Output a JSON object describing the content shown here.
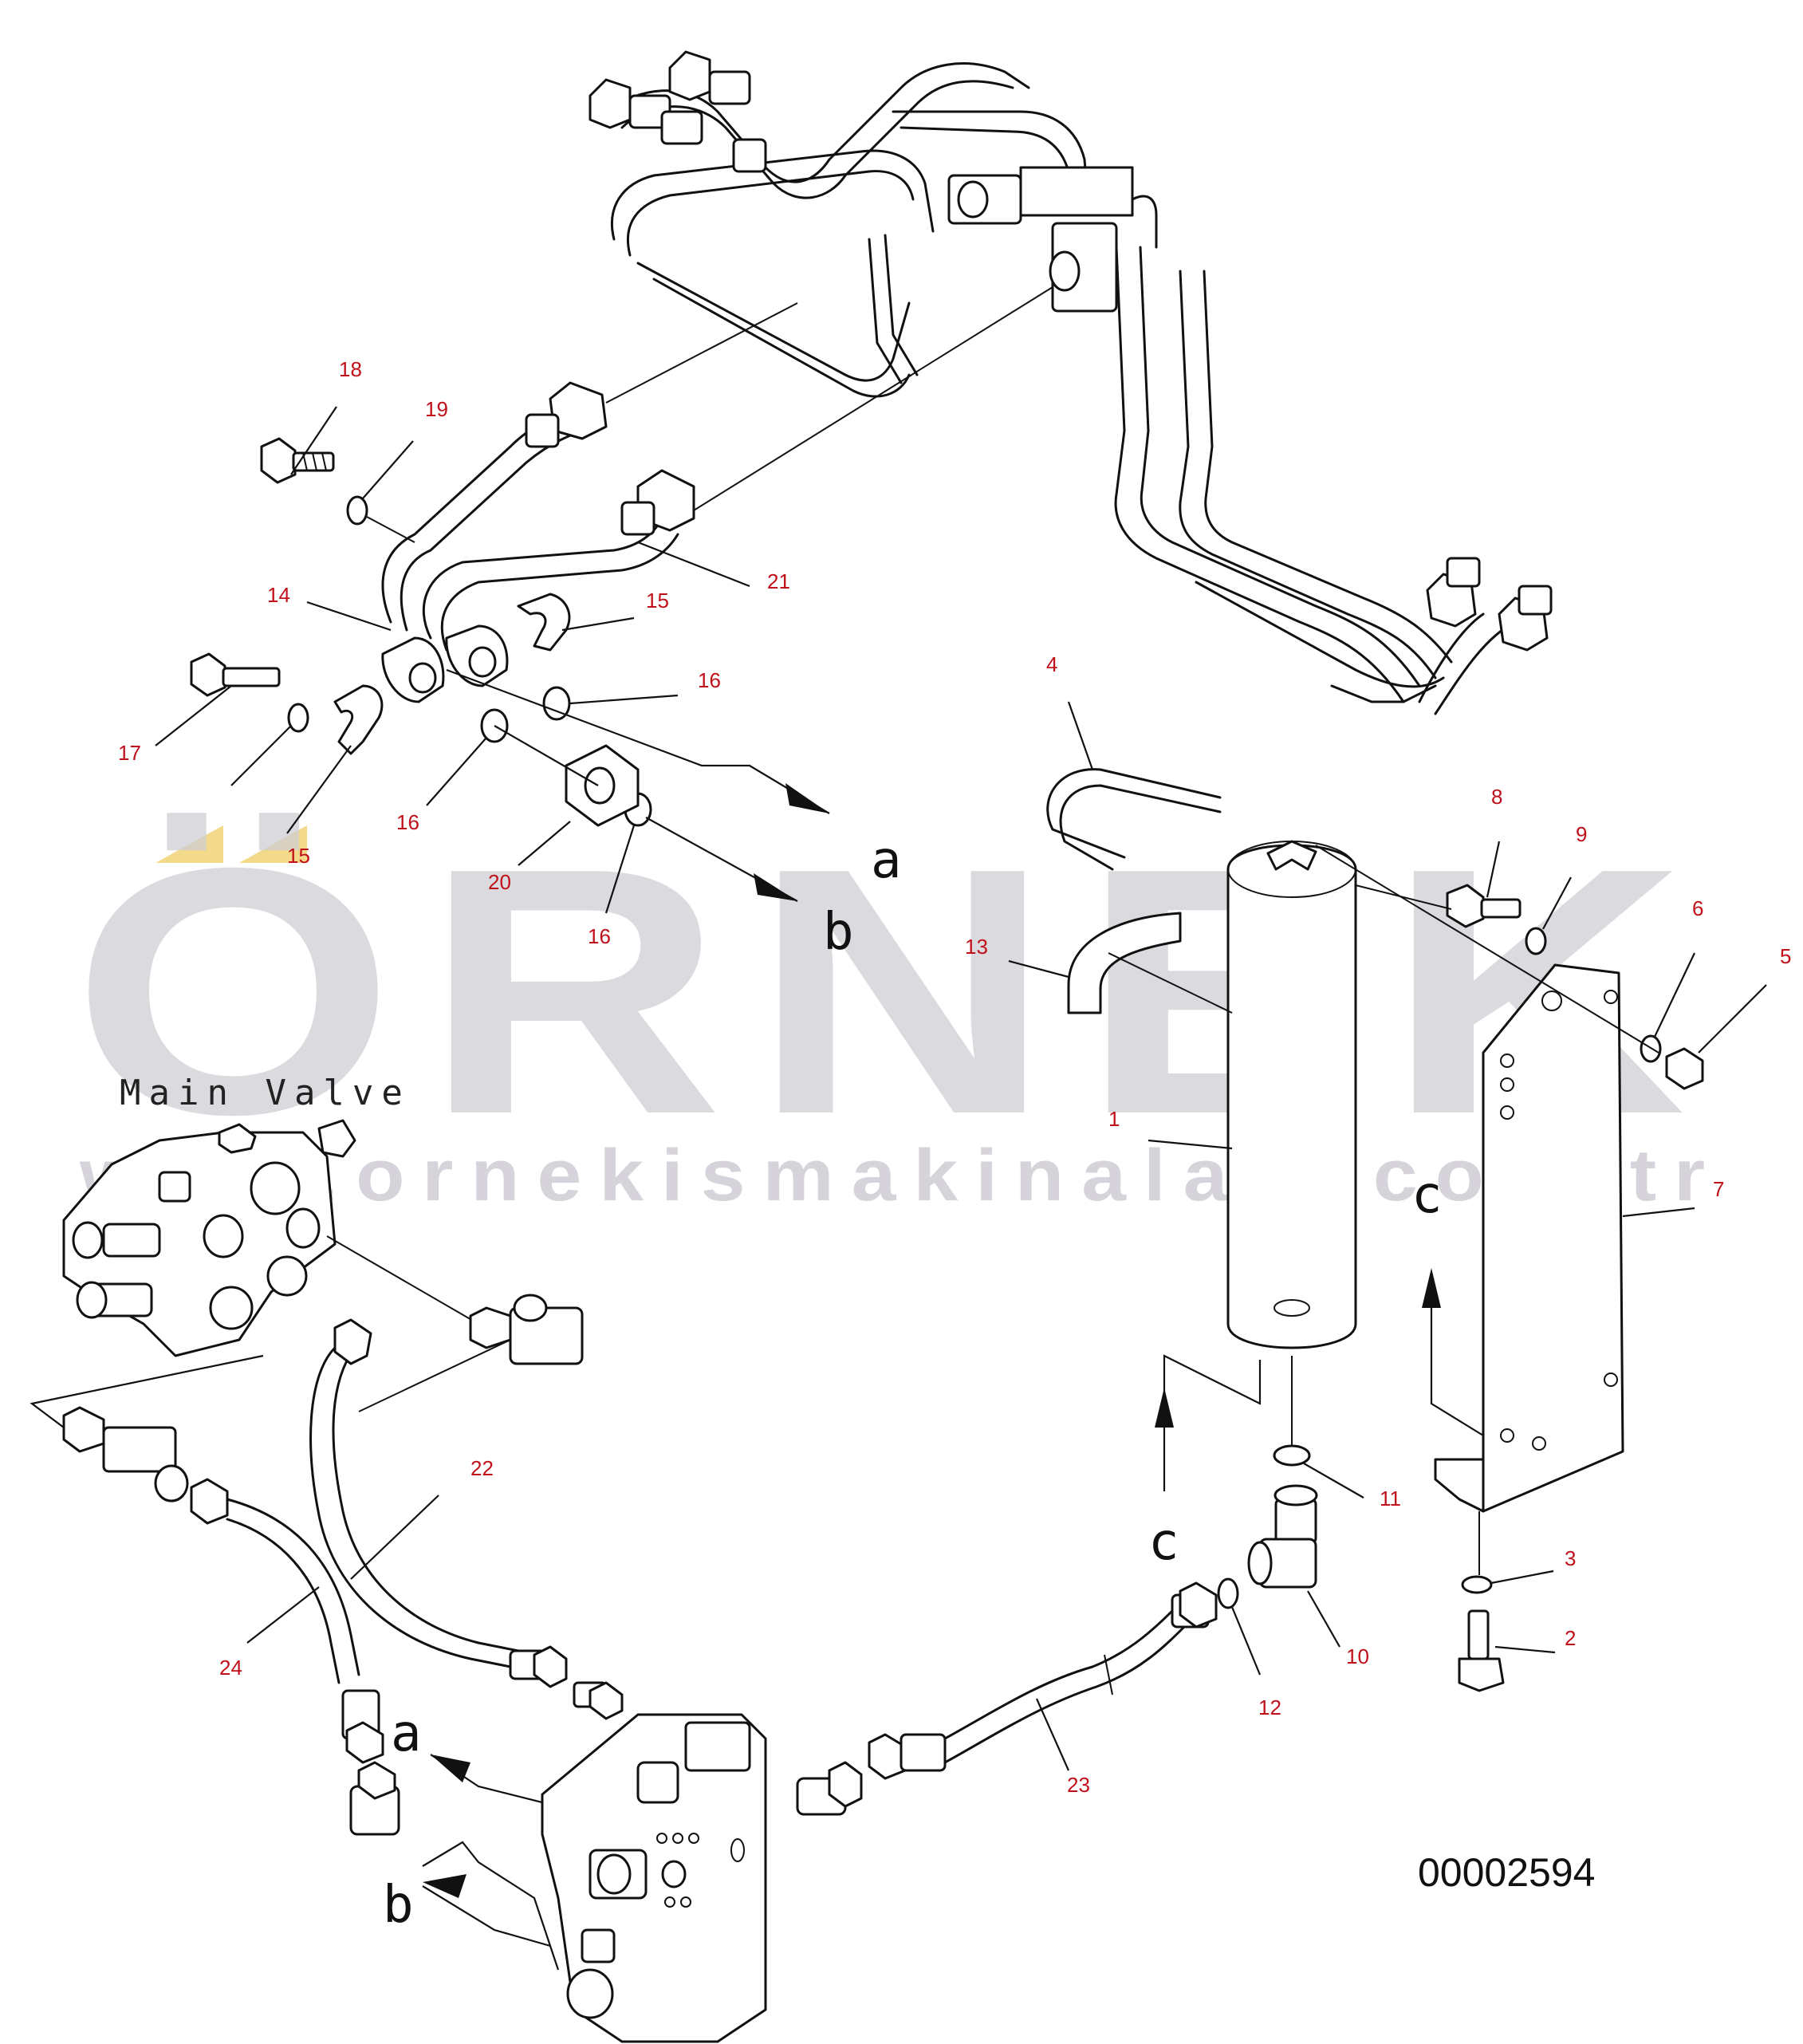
{
  "watermark": {
    "brand": "ÖRNEK",
    "url": "www.ornekismakinalari.com.tr",
    "accent_color": "#f3d98a"
  },
  "caption": "Main Valve",
  "drawing_number": "00002594",
  "callouts": [
    "1",
    "2",
    "3",
    "4",
    "5",
    "6",
    "7",
    "8",
    "9",
    "10",
    "11",
    "12",
    "13",
    "14",
    "15",
    "16",
    "17",
    "18",
    "19",
    "20",
    "21",
    "22",
    "23",
    "24"
  ],
  "flow_letters": [
    "a",
    "b",
    "c"
  ],
  "colors": {
    "callout": "#c0101a",
    "line": "#111111",
    "watermark": "#cfcdd3"
  }
}
